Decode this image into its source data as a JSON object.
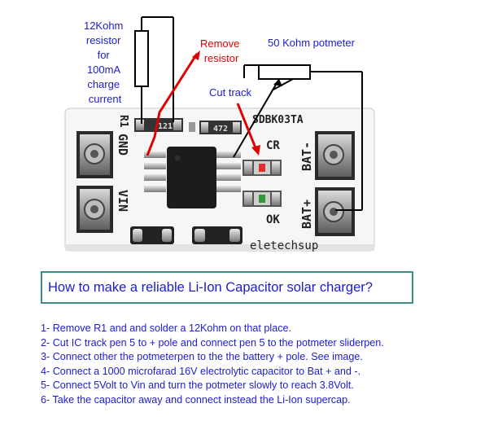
{
  "annotations": {
    "resistor_label": [
      "12Kohm",
      "resistor",
      "for",
      "100mA",
      "charge",
      "current"
    ],
    "remove_label": [
      "Remove",
      "resistor"
    ],
    "potmeter_label": "50 Kohm potmeter",
    "cut_track_label": "Cut track"
  },
  "board": {
    "model": "SDBK03TA",
    "r1": "R1",
    "chip_code": "472",
    "r_value": "121",
    "gnd": "GND",
    "vin": "VIN",
    "cr": "CR",
    "ok": "OK",
    "bat_minus": "BAT-",
    "bat_plus": "BAT+",
    "brand": "eletechsup"
  },
  "title": "How to make a reliable Li-Ion Capacitor solar charger?",
  "steps": [
    "1- Remove R1 and and solder a 12Kohm on that place.",
    "2- Cut IC track pen 5 to + pole and connect pen 5 to the potmeter sliderpen.",
    "3- Connect other the potmeterpen to the the battery + pole. See image.",
    "4- Connect a 1000 microfarad 16V electrolytic capacitor to Bat + and -.",
    "5- Connect 5Volt to Vin and turn the potmeter slowly to reach 3.8Volt.",
    "6- Take the capacitor away and connect instead the Li-Ion supercap."
  ],
  "colors": {
    "annotation_text": "#1c1ccf",
    "red_marker": "#e00000",
    "title_border": "#3f8f86",
    "wire": "#000000"
  }
}
